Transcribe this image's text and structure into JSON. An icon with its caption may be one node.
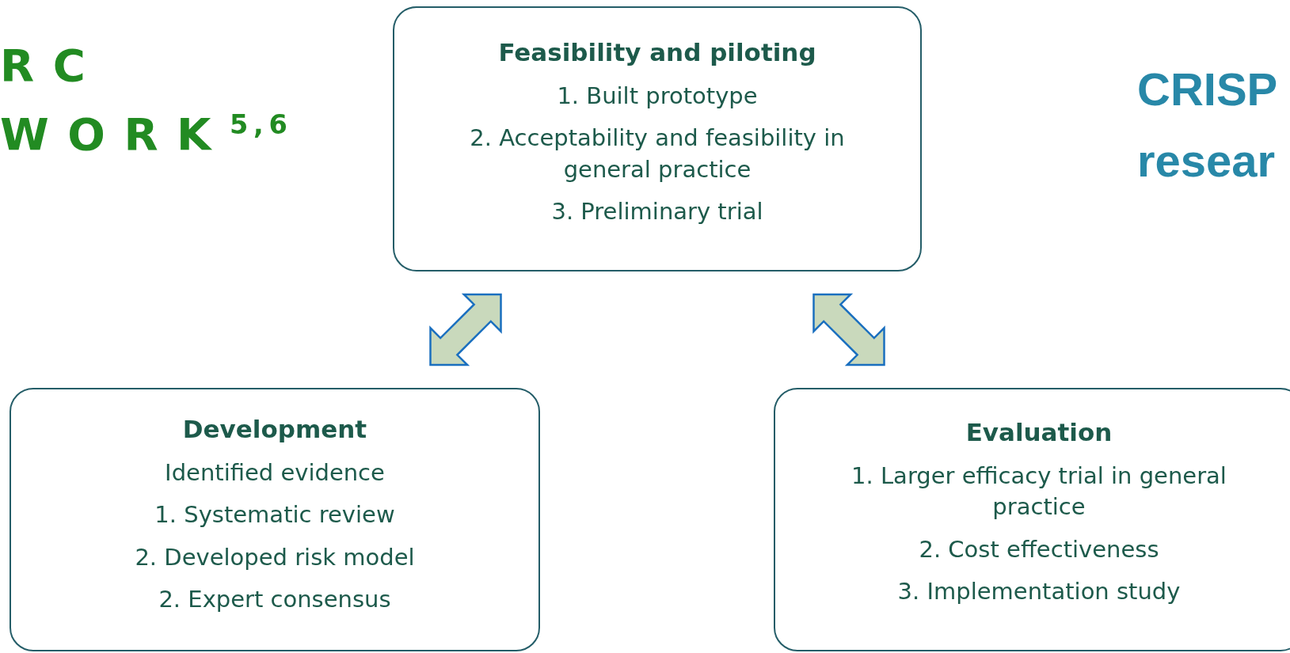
{
  "diagram": {
    "nodes": [
      {
        "text": [
          "Feasibility and piloting",
          "1. Built prototype",
          "2. Acceptability and feasibility in general practice",
          "3. Preliminary trial"
        ]
      },
      {
        "text": [
          "Development",
          "Identified evidence",
          "1. Systematic review",
          "2. Developed risk model",
          "2. Expert consensus"
        ]
      },
      {
        "text": [
          "Evaluation",
          "1. Larger efficacy trial in general practice",
          "2. Cost effectiveness",
          "3. Implementation study"
        ]
      }
    ],
    "edges": [
      {
        "from": 1,
        "to": 0,
        "arrow": "both",
        "style": "thick"
      },
      {
        "from": 0,
        "to": 2,
        "arrow": "both",
        "style": "thick"
      }
    ],
    "labels": [
      "RC WORK$^{5,6}$",
      "CRISP resear"
    ]
  }
}
